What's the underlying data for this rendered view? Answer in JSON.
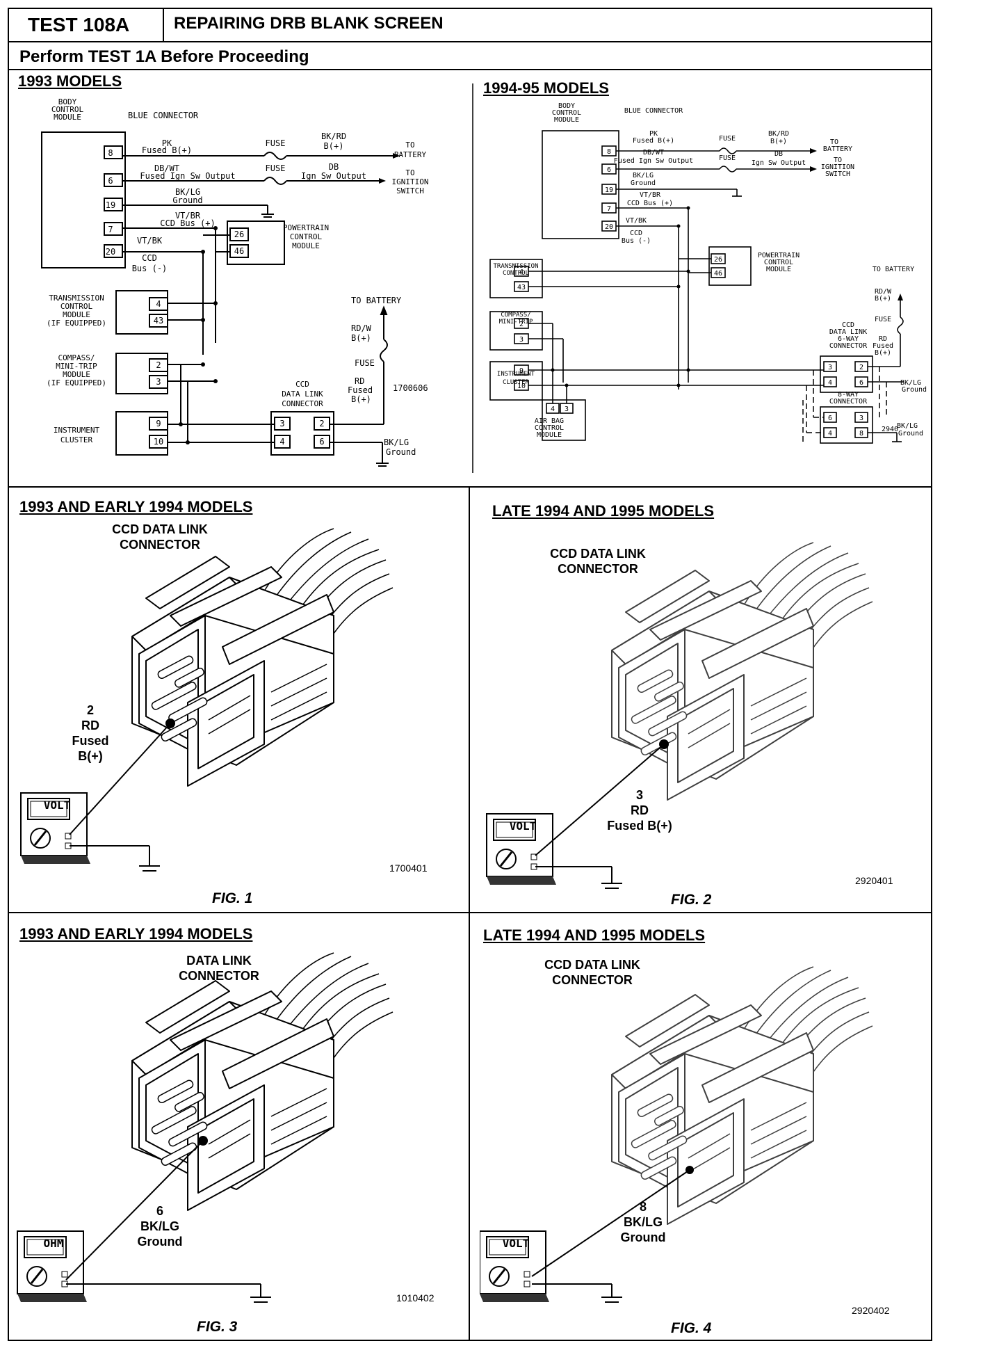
{
  "header": {
    "test_id": "TEST 108A",
    "title": "REPAIRING DRB BLANK SCREEN",
    "prereq": "Perform TEST 1A Before Proceeding"
  },
  "wiring_1993": {
    "section_title": "1993 MODELS",
    "bcm": "BODY CONTROL MODULE",
    "blue_connector": "BLUE CONNECTOR",
    "pins": [
      "8",
      "6",
      "19",
      "7",
      "20"
    ],
    "pk": "PK",
    "fused_b": "Fused B(+)",
    "fuse": "FUSE",
    "bkrd": "BK/RD",
    "bplus": "B(+)",
    "to_battery": "TO BATTERY",
    "dbwt": "DB/WT",
    "fused_ign": "Fused Ign Sw Output",
    "db": "DB",
    "ign_sw": "Ign Sw Output",
    "to_ignition": "TO IGNITION SWITCH",
    "bklg": "BK/LG",
    "ground": "Ground",
    "vtbr": "VT/BR",
    "ccd_bus_plus": "CCD Bus (+)",
    "vtbk": "VT/BK",
    "ccd": "CCD",
    "bus_minus": "Bus (-)",
    "tcm": "TRANSMISSION CONTROL MODULE (IF EQUIPPED)",
    "tcm_pins": [
      "4",
      "43"
    ],
    "pcm": "POWERTRAIN CONTROL MODULE",
    "pcm_pins": [
      "26",
      "46"
    ],
    "compass": "COMPASS/ MINI-TRIP MODULE (IF EQUIPPED)",
    "compass_pins": [
      "2",
      "3"
    ],
    "cluster": "INSTRUMENT CLUSTER",
    "cluster_pins": [
      "9",
      "10"
    ],
    "dlc": "CCD DATA LINK CONNECTOR",
    "dlc_pins": [
      "3",
      "2",
      "4",
      "6"
    ],
    "rdw": "RD/W",
    "rd": "RD",
    "fused": "Fused",
    "fig_code": "1700606"
  },
  "wiring_1994": {
    "section_title": "1994-95 MODELS",
    "bcm": "BODY CONTROL MODULE",
    "blue_connector": "BLUE CONNECTOR",
    "pins": [
      "8",
      "6",
      "19",
      "7",
      "20"
    ],
    "tcm_pins": [
      "4",
      "43"
    ],
    "pcm_pins": [
      "26",
      "46"
    ],
    "compass_pins": [
      "2",
      "3"
    ],
    "cluster_pins": [
      "9",
      "10"
    ],
    "dlc6": "CCD DATA LINK 6-WAY CONNECTOR",
    "dlc6_pins": [
      "3",
      "2",
      "4",
      "6"
    ],
    "dlc8": "8-WAY CONNECTOR",
    "dlc8_pins": [
      "6",
      "3",
      "4",
      "8"
    ],
    "airbag": "AIR BAG CONTROL MODULE",
    "airbag_pins": [
      "4",
      "3"
    ],
    "fig_code": "2940"
  },
  "figures": [
    {
      "title": "1993 AND EARLY 1994 MODELS",
      "connector": "CCD DATA LINK CONNECTOR",
      "pin": "2",
      "wire": "RD",
      "circuit": "Fused B(+)",
      "meter": "VOLT",
      "code": "1700401",
      "caption": "FIG. 1"
    },
    {
      "title": "LATE 1994 AND 1995 MODELS",
      "connector": "CCD DATA LINK CONNECTOR",
      "pin": "3",
      "wire": "RD",
      "circuit": "Fused B(+)",
      "meter": "VOLT",
      "code": "2920401",
      "caption": "FIG. 2"
    },
    {
      "title": "1993 AND EARLY 1994 MODELS",
      "connector": "DATA LINK CONNECTOR",
      "pin": "6",
      "wire": "BK/LG",
      "circuit": "Ground",
      "meter": "OHM",
      "code": "1010402",
      "caption": "FIG. 3"
    },
    {
      "title": "LATE 1994 AND 1995 MODELS",
      "connector": "CCD DATA LINK CONNECTOR",
      "pin": "8",
      "wire": "BK/LG",
      "circuit": "Ground",
      "meter": "VOLT",
      "code": "2920402",
      "caption": "FIG. 4"
    }
  ]
}
